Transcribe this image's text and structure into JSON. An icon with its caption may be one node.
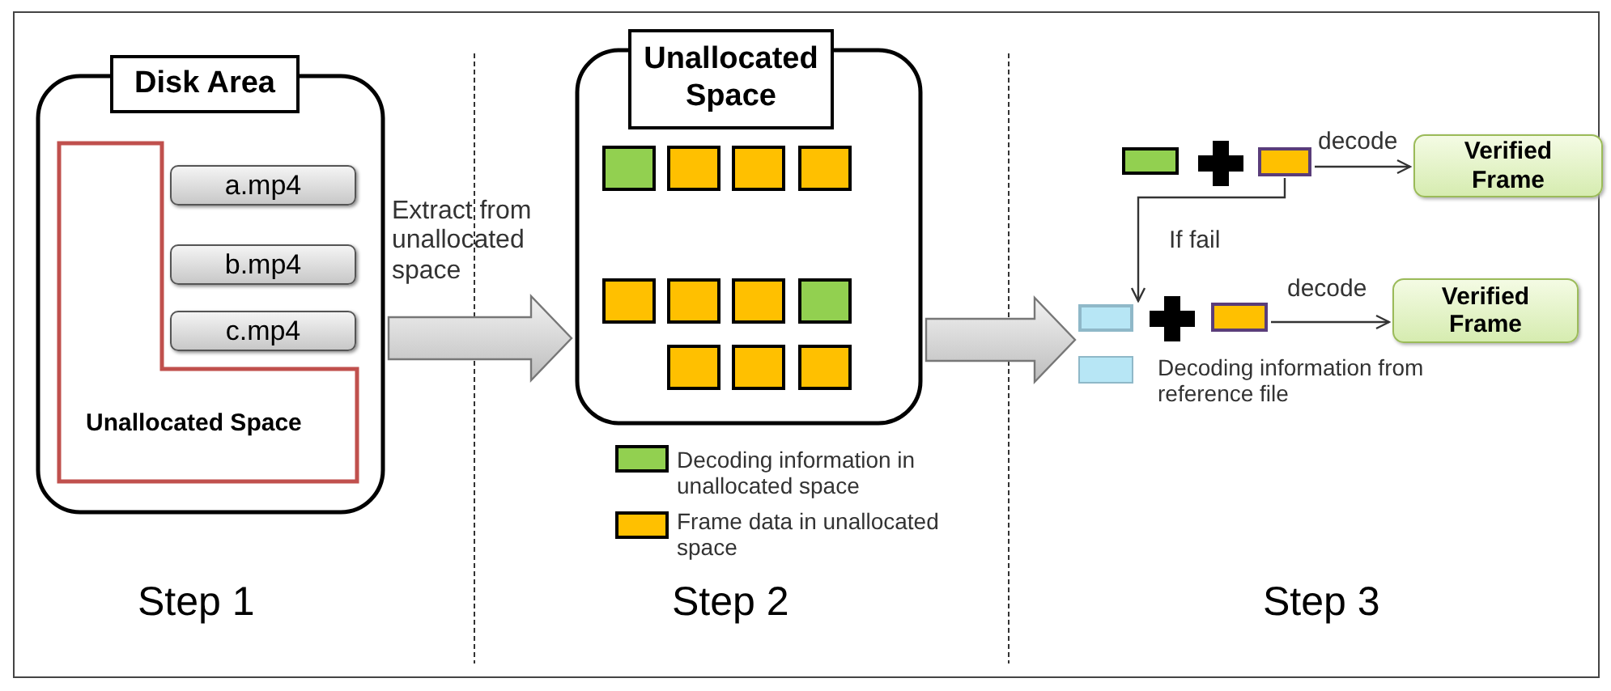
{
  "diagram": {
    "nodes": [
      {
        "text": [
          "Disk Area"
        ]
      },
      {
        "text": [
          "Unallocated Space"
        ],
        "in": 0
      },
      {
        "text": [
          "a.mp4"
        ],
        "in": 0
      },
      {
        "text": [
          "b.mp4"
        ],
        "in": 0
      },
      {
        "text": [
          "c.mp4"
        ],
        "in": 0
      },
      {
        "text": [
          "Unallocated Space"
        ]
      },
      {
        "text": [],
        "shape": "box",
        "in": 5
      },
      {
        "text": [],
        "shape": "box",
        "in": 5
      },
      {
        "text": [],
        "shape": "box",
        "in": 5
      },
      {
        "text": [],
        "shape": "box",
        "in": 5
      },
      {
        "text": [],
        "shape": "box",
        "in": 5
      },
      {
        "text": [],
        "shape": "box",
        "in": 5
      },
      {
        "text": [],
        "shape": "box",
        "in": 5
      },
      {
        "text": [],
        "shape": "box",
        "in": 5
      },
      {
        "text": [],
        "shape": "box",
        "in": 5
      },
      {
        "text": [],
        "shape": "box",
        "in": 5
      },
      {
        "text": [],
        "shape": "box",
        "in": 5
      },
      {
        "text": [],
        "shape": "box"
      },
      {
        "text": [],
        "shape": "box"
      },
      {
        "text": [
          "Verified Frame"
        ]
      },
      {
        "text": [],
        "shape": "box"
      },
      {
        "text": [],
        "shape": "box"
      },
      {
        "text": [
          "Verified Frame"
        ]
      }
    ],
    "edges": [
      {
        "from": 0,
        "to": 5,
        "arrow": "to",
        "label": "Extract from unallocated space"
      },
      {
        "from": 5,
        "to": 20,
        "arrow": "to"
      },
      {
        "from": 18,
        "to": 19,
        "arrow": "to",
        "label": "decode"
      },
      {
        "from": 18,
        "to": 20,
        "arrow": "to",
        "label": "If fail"
      },
      {
        "from": 21,
        "to": 22,
        "arrow": "to",
        "label": "decode"
      }
    ],
    "labels": [
      "Step 1",
      "Step 2",
      "Step 3"
    ],
    "legend": [
      {
        "text": "Decoding information in unallocated space",
        "color": "#92d050"
      },
      {
        "text": "Frame data in unallocated space",
        "color": "#ffc000"
      },
      {
        "text": "Decoding information from reference file",
        "color": "#b7e6f5"
      }
    ]
  }
}
